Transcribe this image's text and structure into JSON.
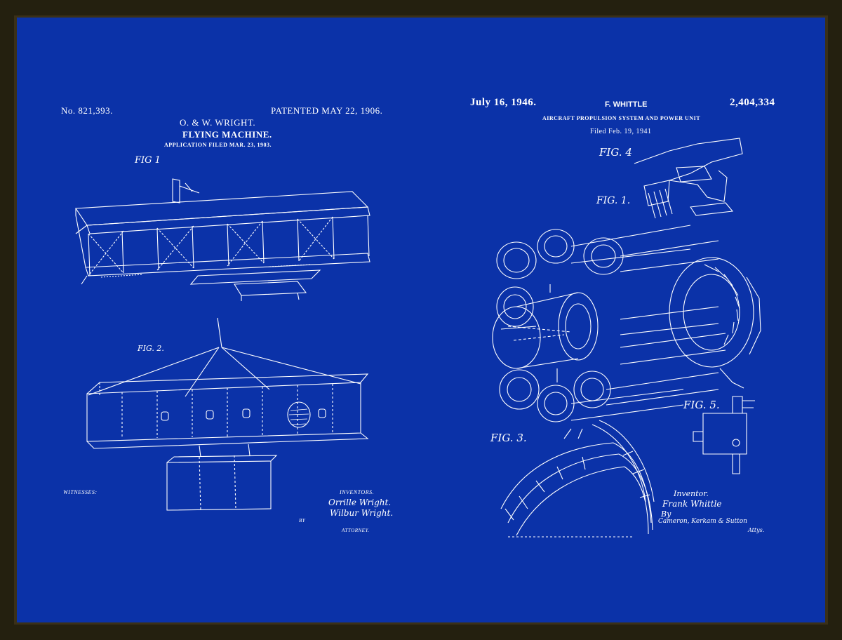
{
  "left_patent": {
    "number": "No. 821,393.",
    "date": "PATENTED MAY 22, 1906.",
    "inventors_header": "O. & W. WRIGHT.",
    "title": "FLYING MACHINE.",
    "filed": "APPLICATION FILED MAR. 23, 1903.",
    "fig1": "FIG 1",
    "fig2": "FIG. 2.",
    "witnesses_label": "WITNESSES:",
    "inventors_label": "INVENTORS.",
    "inventor_1": "Orrille Wright.",
    "inventor_2": "Wilbur Wright.",
    "attorney_label": "ATTORNEY.",
    "by_label": "BY"
  },
  "right_patent": {
    "date": "July 16, 1946.",
    "inventor": "F. WHITTLE",
    "number": "2,404,334",
    "title": "AIRCRAFT PROPULSION SYSTEM AND POWER UNIT",
    "filed": "Filed Feb. 19, 1941",
    "fig1": "FIG. 1.",
    "fig3": "FIG. 3.",
    "fig4": "FIG. 4",
    "fig5": "FIG. 5.",
    "inventor_label": "Inventor.",
    "inventor_name": "Frank Whittle",
    "by_label": "By",
    "attorneys": "Cameron, Kerkam & Sutton",
    "attys_label": "Attys."
  },
  "colors": {
    "background": "#0b32a8",
    "ink": "#ffffff",
    "frame": "#24200f"
  }
}
